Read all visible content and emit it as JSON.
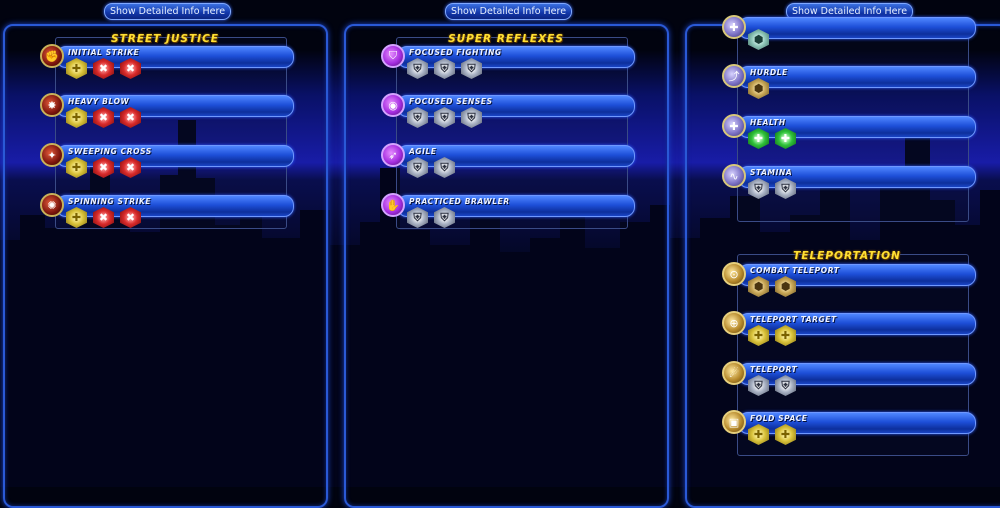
{
  "top_buttons": [
    "Show Detailed Info Here",
    "Show Detailed Info Here",
    "Show Detailed Info Here"
  ],
  "columns": [
    {
      "title": "STREET JUSTICE",
      "powers": [
        {
          "name": "INITIAL STRIKE",
          "icon": "fist-icon",
          "slots": [
            "yellow",
            "red",
            "red"
          ]
        },
        {
          "name": "HEAVY BLOW",
          "icon": "impact-icon",
          "slots": [
            "yellow",
            "red",
            "red"
          ]
        },
        {
          "name": "SWEEPING CROSS",
          "icon": "sweep-icon",
          "slots": [
            "yellow",
            "red",
            "red"
          ]
        },
        {
          "name": "SPINNING STRIKE",
          "icon": "spin-icon",
          "slots": [
            "yellow",
            "red",
            "red"
          ]
        }
      ]
    },
    {
      "title": "SUPER REFLEXES",
      "powers": [
        {
          "name": "FOCUSED FIGHTING",
          "icon": "shield-icon",
          "slots": [
            "silver",
            "silver",
            "silver"
          ]
        },
        {
          "name": "FOCUSED SENSES",
          "icon": "eye-icon",
          "slots": [
            "silver",
            "silver",
            "silver"
          ]
        },
        {
          "name": "AGILE",
          "icon": "dodge-icon",
          "slots": [
            "silver",
            "silver"
          ]
        },
        {
          "name": "PRACTICED BRAWLER",
          "icon": "brawler-icon",
          "slots": [
            "silver",
            "silver"
          ]
        }
      ]
    },
    {
      "title": "",
      "powers": [
        {
          "name": "",
          "icon": "fitness-icon",
          "slots": [
            "teal"
          ]
        },
        {
          "name": "HURDLE",
          "icon": "hurdle-icon",
          "slots": [
            "gold"
          ]
        },
        {
          "name": "HEALTH",
          "icon": "health-icon",
          "slots": [
            "green",
            "green"
          ]
        },
        {
          "name": "STAMINA",
          "icon": "stamina-icon",
          "slots": [
            "silver",
            "silver"
          ]
        }
      ]
    },
    {
      "title": "TELEPORTATION",
      "powers": [
        {
          "name": "COMBAT TELEPORT",
          "icon": "combat-teleport-icon",
          "slots": [
            "gold",
            "gold"
          ]
        },
        {
          "name": "TELEPORT TARGET",
          "icon": "teleport-target-icon",
          "slots": [
            "yellow",
            "yellow"
          ]
        },
        {
          "name": "TELEPORT",
          "icon": "teleport-icon",
          "slots": [
            "silver",
            "silver"
          ]
        },
        {
          "name": "FOLD SPACE",
          "icon": "fold-space-icon",
          "slots": [
            "yellow",
            "yellow"
          ]
        }
      ]
    }
  ],
  "colors": {
    "panel_border": "#2a59d6",
    "title": "#ffe033",
    "bar": "#1d4fd8"
  }
}
